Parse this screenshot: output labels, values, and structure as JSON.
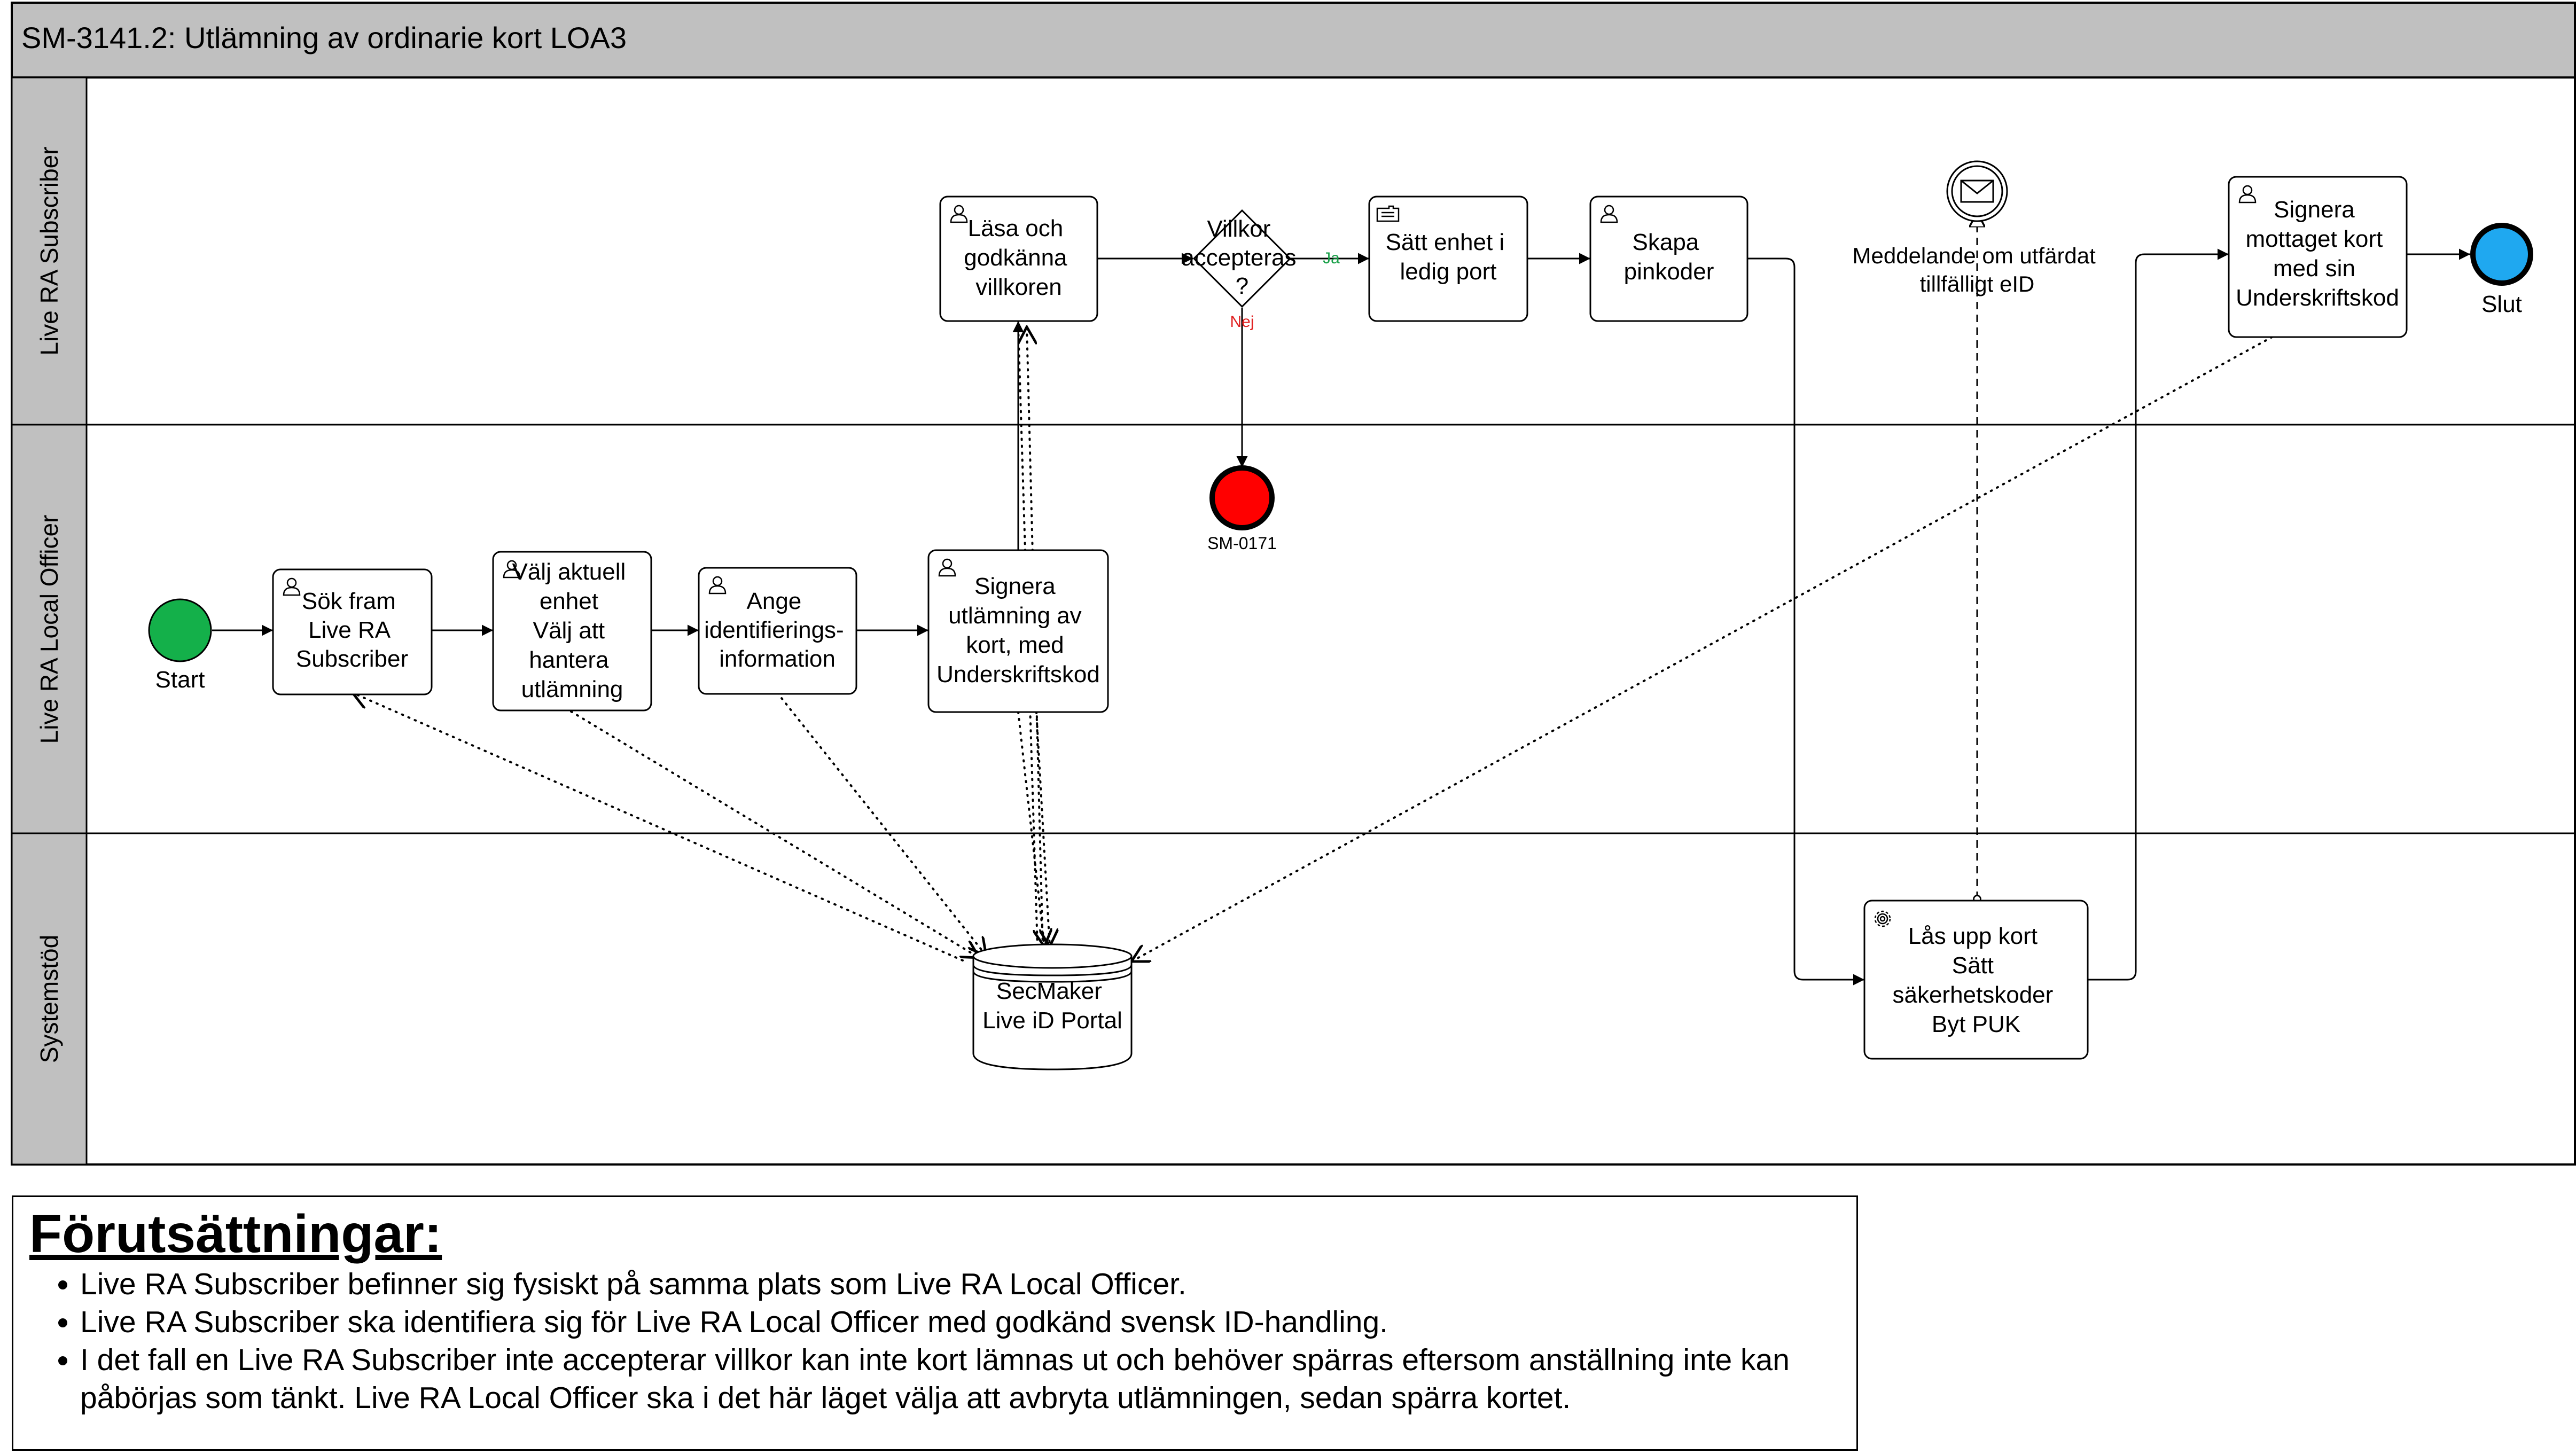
{
  "title": "SM-3141.2: Utlämning av ordinarie kort LOA3",
  "lanes": [
    {
      "id": "subscriber",
      "label": "Live RA Subscriber"
    },
    {
      "id": "officer",
      "label": "Live RA Local Officer"
    },
    {
      "id": "system",
      "label": "Systemstöd"
    }
  ],
  "nodes": {
    "start": {
      "label": "Start"
    },
    "search": {
      "label": [
        "Sök fram",
        "Live RA",
        "Subscriber"
      ]
    },
    "choose": {
      "label": [
        "Välj aktuell",
        "enhet",
        "Välj att",
        "hantera",
        "utlämning"
      ]
    },
    "identify": {
      "label": [
        "Ange",
        "identifierings-",
        "information"
      ]
    },
    "sign_handout": {
      "label": [
        "Signera",
        "utlämning av",
        "kort, med",
        "Underskriftskod"
      ]
    },
    "read_terms": {
      "label": [
        "Läsa och",
        "godkänna",
        "villkoren"
      ]
    },
    "gateway": {
      "label": [
        "Villkor",
        "accepteras",
        "?"
      ],
      "yes": "Ja",
      "no": "Nej"
    },
    "error_end": {
      "label": "SM-0171"
    },
    "set_device": {
      "label": [
        "Sätt enhet i",
        "ledig port"
      ]
    },
    "create_pin": {
      "label": [
        "Skapa",
        "pinkoder"
      ]
    },
    "message": {
      "label": [
        "Meddelande om utfärdat",
        "tillfälligt eID"
      ]
    },
    "sign_received": {
      "label": [
        "Signera",
        "mottaget kort",
        "med sin",
        "Underskriftskod"
      ]
    },
    "end": {
      "label": "Slut"
    },
    "unlock": {
      "label": [
        "Lås upp kort",
        "Sätt",
        "säkerhetskoder",
        "Byt PUK"
      ]
    },
    "portal": {
      "label": [
        "SecMaker",
        "Live iD Portal"
      ]
    }
  },
  "colors": {
    "start": "#14b04a",
    "error_end": "#ff0000",
    "end": "#1fa8f0",
    "lane_header": "#c0c0c0",
    "yes_label": "#18a048",
    "no_label": "#e02020"
  },
  "prerequisites": {
    "heading": "Förutsättningar:",
    "items": [
      "Live RA Subscriber befinner sig fysiskt på samma plats som Live RA Local Officer.",
      "Live RA Subscriber ska identifiera sig för Live RA Local Officer med godkänd svensk ID-handling.",
      "I det fall en Live RA Subscriber inte accepterar villkor kan inte kort lämnas ut och behöver spärras eftersom anställning inte kan påbörjas som tänkt. Live RA Local Officer ska i det här läget välja att avbryta utlämningen, sedan spärra kortet."
    ]
  }
}
